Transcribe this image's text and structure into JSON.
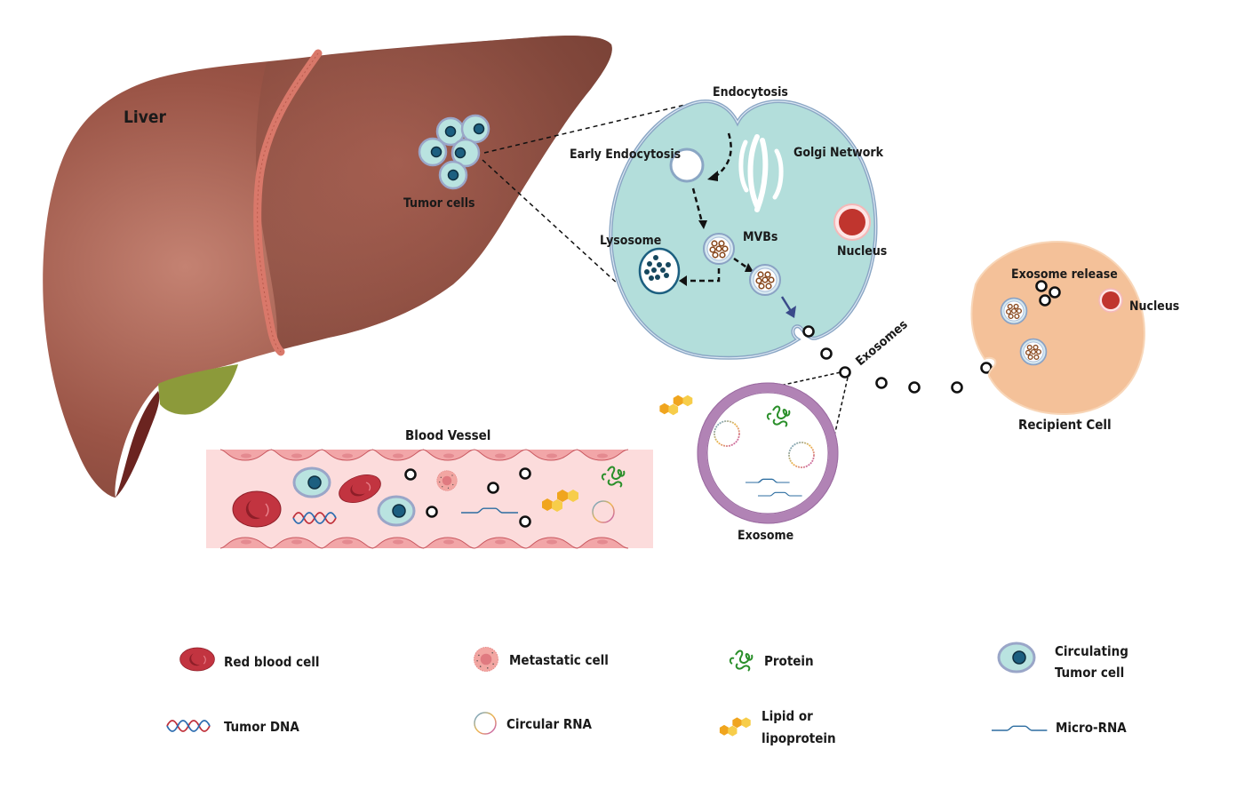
{
  "diagram": {
    "labels": {
      "liver": "Liver",
      "tumor_cells": "Tumor cells",
      "endocytosis": "Endocytosis",
      "early_endocytosis": "Early Endocytosis",
      "golgi_network": "Golgi Network",
      "lysosome": "Lysosome",
      "mvbs": "MVBs",
      "nucleus_donor": "Nucleus",
      "exosomes": "Exosomes",
      "exosome": "Exosome",
      "exosome_release": "Exosome release",
      "nucleus_recipient": "Nucleus",
      "recipient_cell": "Recipient Cell",
      "blood_vessel": "Blood Vessel"
    },
    "colors": {
      "liver": "#8e4a3c",
      "ligament": "#d9786a",
      "gallbladder": "#8c9a3a",
      "tumor_cell_fill": "#b9e3e0",
      "tumor_cell_border": "#9aa6c8",
      "tumor_nucleus": "#1c5f80",
      "donor_cell_fill": "#b3dedb",
      "donor_cell_border": "#8aa6c4",
      "nucleus_red": "#c0352e",
      "recipient_fill": "#f4c199",
      "exosome_ring": "#b183b5",
      "vessel_bg": "#fcdcdc",
      "endothelium": "#f2a6a8",
      "rbc": "#c23440",
      "protein": "#2a8f2a",
      "lipid": "#f0a51e",
      "micro_rna": "#2d6da0"
    }
  },
  "legend": {
    "items": [
      {
        "icon": "red-blood-cell-icon",
        "label": "Red blood cell"
      },
      {
        "icon": "metastatic-cell-icon",
        "label": "Metastatic cell"
      },
      {
        "icon": "protein-icon",
        "label": "Protein"
      },
      {
        "icon": "circulating-tumor-cell-icon",
        "label_line1": "Circulating",
        "label_line2": "Tumor cell"
      },
      {
        "icon": "tumor-dna-icon",
        "label": "Tumor DNA"
      },
      {
        "icon": "circular-rna-icon",
        "label": "Circular RNA"
      },
      {
        "icon": "lipid-icon",
        "label_line1": "Lipid or",
        "label_line2": "lipoprotein"
      },
      {
        "icon": "micro-rna-icon",
        "label": "Micro-RNA"
      }
    ]
  }
}
